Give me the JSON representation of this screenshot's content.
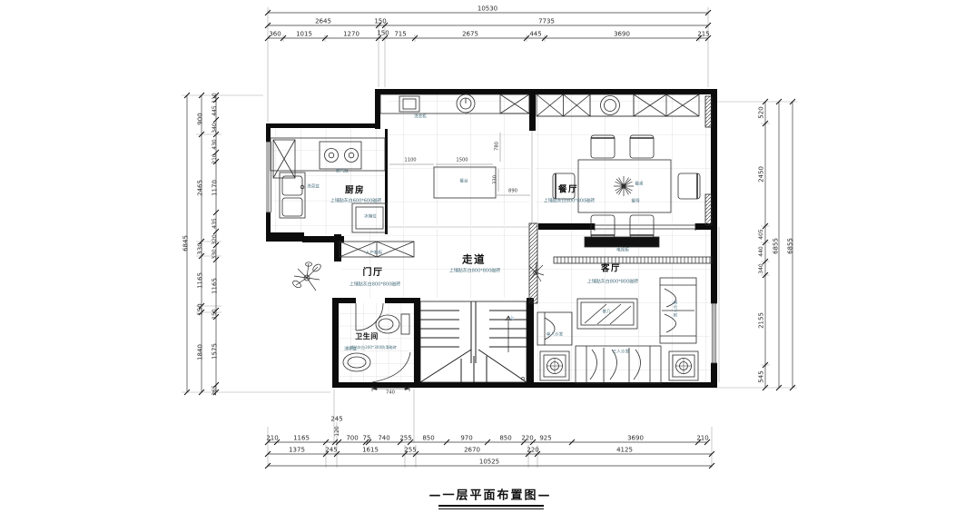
{
  "title": {
    "text": "一层平面布置图",
    "dash": "—"
  },
  "rooms": {
    "kitchen": {
      "name": "厨房",
      "note": "上铺贴灰白600*600磁砖"
    },
    "dining": {
      "name": "餐厅",
      "note": "上铺贴灰白800*800磁砖"
    },
    "living": {
      "name": "客厅",
      "note": "上铺贴灰白800*800磁砖"
    },
    "corridor": {
      "name": "走道",
      "note": "上铺贴灰白800*800磁砖"
    },
    "foyer": {
      "name": "门厅",
      "note": "上铺贴灰白800*800磁砖"
    },
    "bathroom": {
      "name": "卫生间",
      "note": "上铺贴灰白300*300防滑磁砖"
    }
  },
  "furniture": {
    "shoe_cabinet": "入户鞋柜",
    "dining_table": "餐桌",
    "dining_chair": "餐椅",
    "tv_cabinet": "电视柜",
    "tea_table": "茶几",
    "sofa_three": "三人沙发",
    "sofa_two": "双人沙发",
    "sofa_one": "单人沙发",
    "fridge": "冰箱位",
    "stove": "燃气灶",
    "sink": "洗菜盆",
    "basin": "洗手盆",
    "washer": "洗衣机",
    "island": "餐台",
    "stair_up": "上"
  },
  "dims": {
    "top": {
      "total": "10530",
      "row2": [
        "2645",
        "150",
        "7735"
      ],
      "row3": [
        "360",
        "1015",
        "1270",
        "150",
        "715",
        "2675",
        "445",
        "3690",
        "215"
      ]
    },
    "bottom": {
      "total": "10525",
      "small": [
        "245",
        "120"
      ],
      "row1": [
        "210",
        "1165",
        "700",
        "75",
        "740",
        "255",
        "850",
        "970",
        "850",
        "220",
        "925",
        "3690",
        "210"
      ],
      "row2": [
        "1375",
        "245",
        "1615",
        "255",
        "2670",
        "220",
        "4125"
      ]
    },
    "left": {
      "total": "6845",
      "mid": [
        "900",
        "2465",
        "330",
        "1165",
        "150",
        "1840"
      ],
      "inner": [
        "110",
        "445",
        "340",
        "430",
        "210",
        "1170",
        "435",
        "320",
        "330",
        "1165",
        "150",
        "1575",
        "265"
      ]
    },
    "right": {
      "total": "6855",
      "mid": "6855",
      "inner": [
        "520",
        "2450",
        "405",
        "440",
        "340",
        "2155",
        "545"
      ]
    },
    "plan": [
      "1100",
      "1500",
      "780",
      "330",
      "890",
      "740"
    ]
  }
}
